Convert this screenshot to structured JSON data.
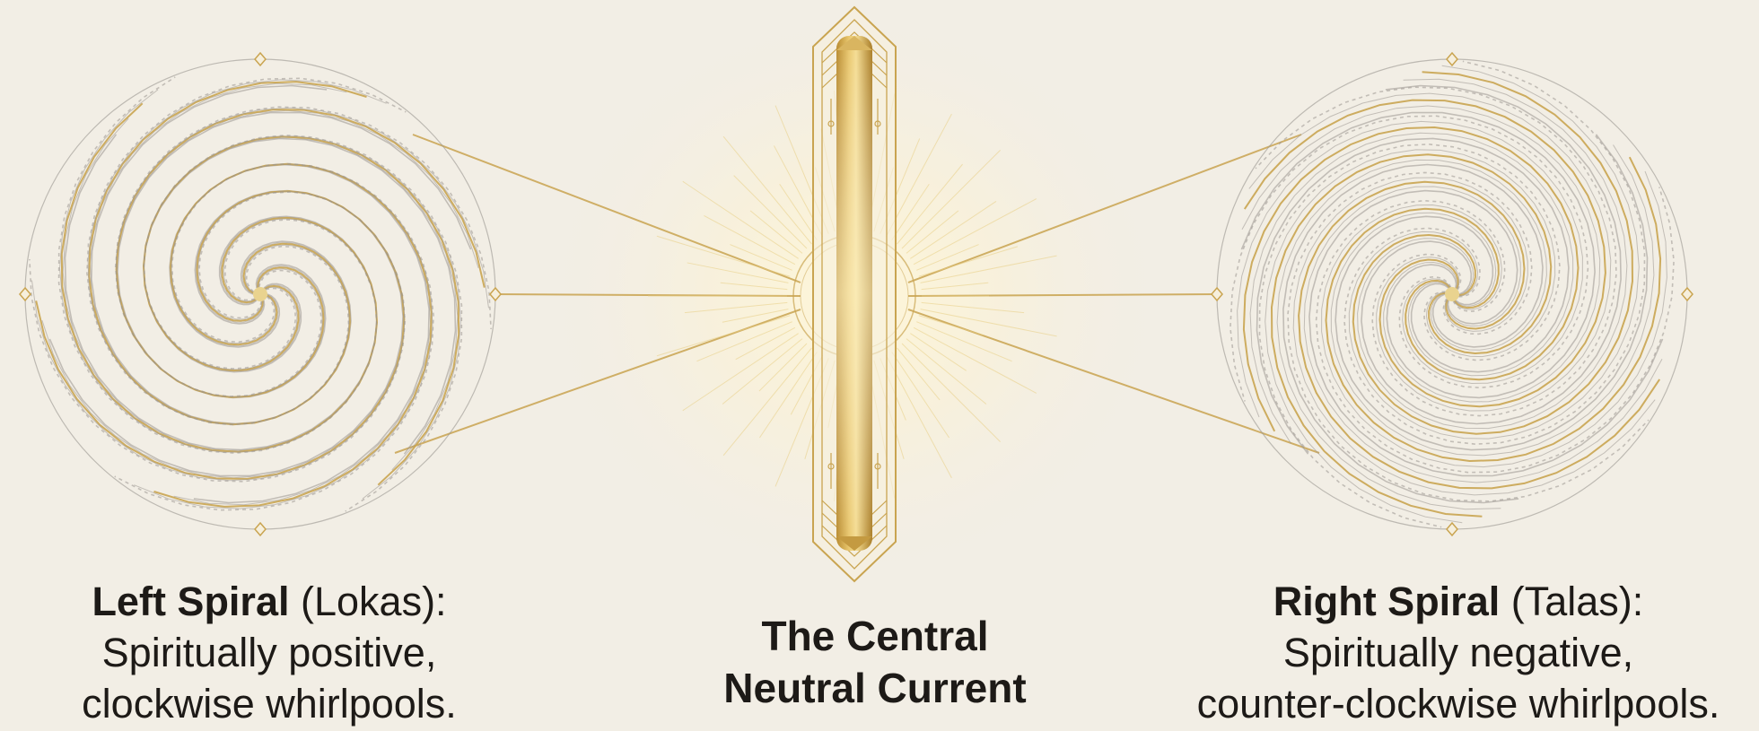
{
  "colors": {
    "background": "#f2eee5",
    "gold": "#c9a450",
    "gold_light": "#e8cf85",
    "spiral_grey": "#9a968f",
    "text": "#1d1a17"
  },
  "left": {
    "title": "Left Spiral",
    "name": "(Lokas):",
    "line1": "Spiritually positive,",
    "line2": "clockwise whirlpools."
  },
  "center": {
    "line1": "The Central",
    "line2": "Neutral Current"
  },
  "right": {
    "title": "Right Spiral",
    "name": "(Talas):",
    "line1": "Spiritually negative,",
    "line2": "counter-clockwise whirlpools."
  }
}
